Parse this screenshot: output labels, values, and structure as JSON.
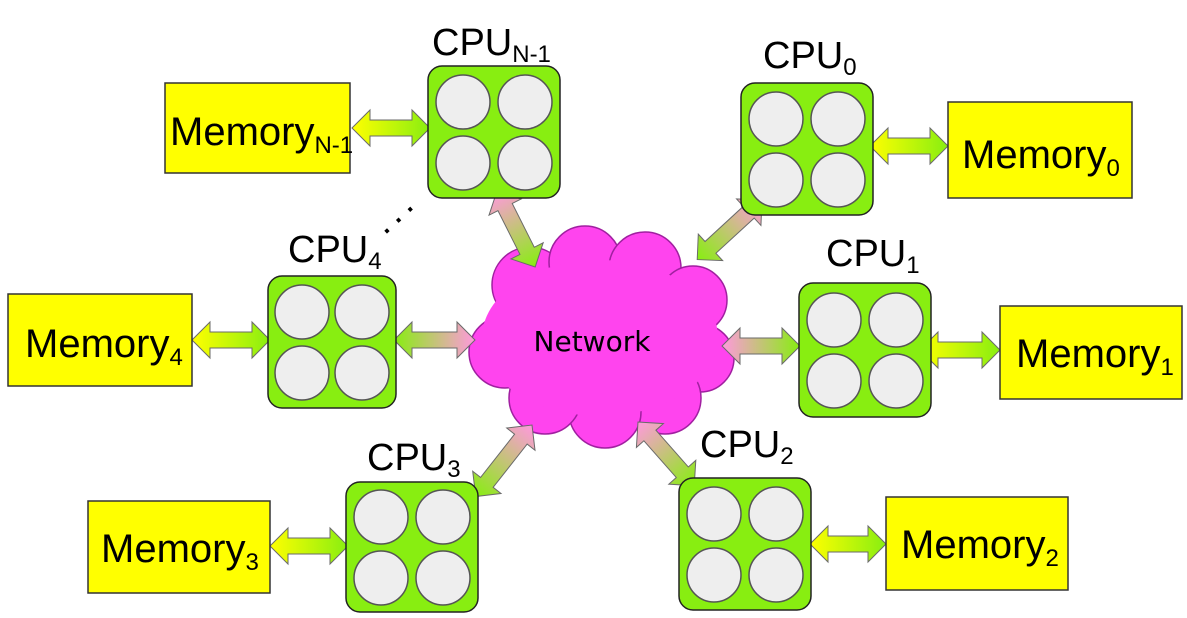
{
  "network": {
    "label": "Network",
    "color": "#ff44ee"
  },
  "colors": {
    "cpu_fill": "#88ee11",
    "core_fill": "#eeeeee",
    "memory_fill": "#ffff00",
    "mem_arrow_yellow": "#ffff00",
    "mem_arrow_green": "#88ee11",
    "net_arrow_pink": "#ff99dd",
    "net_arrow_green": "#88ee11"
  },
  "nodes": [
    {
      "id": "n-1",
      "cpu_base": "CPU",
      "cpu_sub": "N-1",
      "mem_base": "Memory",
      "mem_sub": "N-1"
    },
    {
      "id": "0",
      "cpu_base": "CPU",
      "cpu_sub": "0",
      "mem_base": "Memory",
      "mem_sub": "0"
    },
    {
      "id": "4",
      "cpu_base": "CPU",
      "cpu_sub": "4",
      "mem_base": "Memory",
      "mem_sub": "4"
    },
    {
      "id": "1",
      "cpu_base": "CPU",
      "cpu_sub": "1",
      "mem_base": "Memory",
      "mem_sub": "1"
    },
    {
      "id": "3",
      "cpu_base": "CPU",
      "cpu_sub": "3",
      "mem_base": "Memory",
      "mem_sub": "3"
    },
    {
      "id": "2",
      "cpu_base": "CPU",
      "cpu_sub": "2",
      "mem_base": "Memory",
      "mem_sub": "2"
    }
  ],
  "ellipsis": "· · ·"
}
